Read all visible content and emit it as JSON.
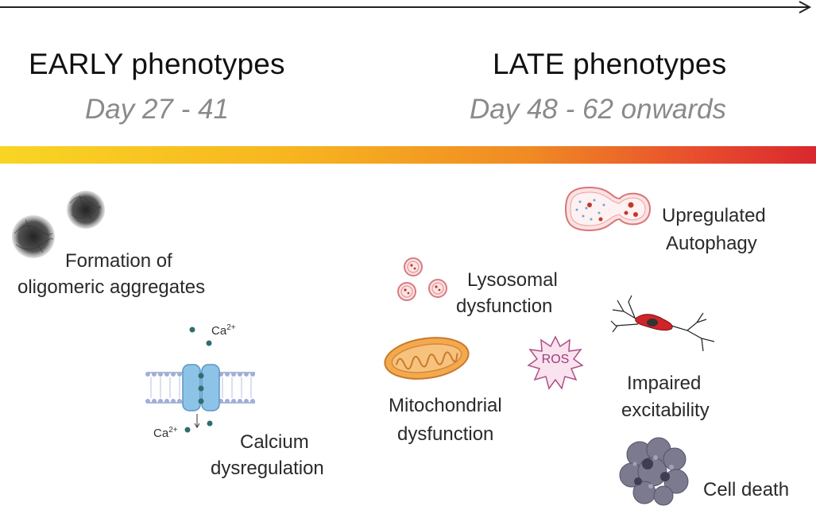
{
  "timeline": {
    "arrow": "time-arrow"
  },
  "phases": {
    "early": {
      "title": "EARLY phenotypes",
      "days": "Day 27 - 41"
    },
    "late": {
      "title": "LATE phenotypes",
      "days": "Day 48 - 62 onwards"
    }
  },
  "gradient_colors": [
    "#f8d524",
    "#f08a23",
    "#d9272e"
  ],
  "early_items": {
    "aggregates": {
      "line1": "Formation of",
      "line2": "oligomeric aggregates",
      "icon": "aggregate-icon"
    },
    "calcium": {
      "line1": "Calcium",
      "line2": "dysregulation",
      "ion_top": "Ca",
      "ion_top_charge": "2+",
      "ion_bottom": "Ca",
      "ion_bottom_charge": "2+",
      "icon": "ion-channel-icon"
    }
  },
  "late_items": {
    "lysosomal": {
      "line1": "Lysosomal",
      "line2": "dysfunction",
      "icon": "lysosome-icon"
    },
    "mitochondrial": {
      "line1": "Mitochondrial",
      "line2": "dysfunction",
      "icon": "mitochondrion-icon"
    },
    "ros": {
      "label": "ROS",
      "icon": "ros-burst-icon"
    },
    "autophagy": {
      "line1": "Upregulated",
      "line2": "Autophagy",
      "icon": "autophagosome-icon"
    },
    "excitability": {
      "line1": "Impaired",
      "line2": "excitability",
      "icon": "neuron-icon"
    },
    "cell_death": {
      "label": "Cell death",
      "icon": "dead-cell-icon"
    }
  }
}
